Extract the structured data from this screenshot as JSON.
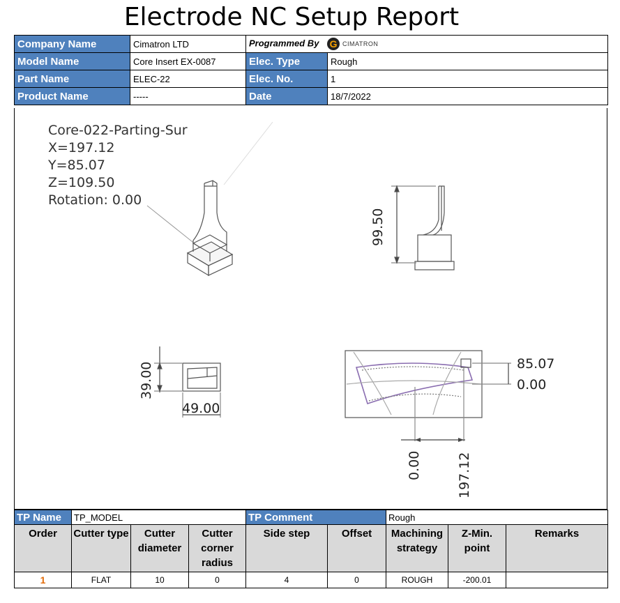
{
  "title": "Electrode NC Setup Report",
  "header": {
    "company_label": "Company Name",
    "company_value": "Cimatron LTD",
    "programmed_by_label": "Programmed By",
    "logo_text": "CIMATRON",
    "model_label": "Model Name",
    "model_value": "Core Insert EX-0087",
    "elec_type_label": "Elec. Type",
    "elec_type_value": "Rough",
    "part_label": "Part Name",
    "part_value": "ELEC-22",
    "elec_no_label": "Elec. No.",
    "elec_no_value": "1",
    "product_label": "Product Name",
    "product_value": "-----",
    "date_label": "Date",
    "date_value": "18/7/2022"
  },
  "drawing": {
    "surface_name": "Core-022-Parting-Sur",
    "x": "X=197.12",
    "y": "Y=85.07",
    "z": "Z=109.50",
    "rotation": "Rotation: 0.00",
    "height_dim": "99.50",
    "side_dim_v": "39.00",
    "side_dim_h": "49.00",
    "top_dim_y": "85.07",
    "top_dim_y0": "0.00",
    "top_dim_x0": "0.00",
    "top_dim_x": "197.12"
  },
  "toolpath": {
    "tp_name_label": "TP Name",
    "tp_name_value": "TP_MODEL",
    "tp_comment_label": "TP Comment",
    "tp_comment_value": "Rough"
  },
  "operations": {
    "columns": [
      "Order",
      "Cutter type",
      "Cutter diameter",
      "Cutter corner radius",
      "Side step",
      "Offset",
      "Machining strategy",
      "Z-Min. point",
      "Remarks"
    ],
    "rows": [
      [
        "1",
        "FLAT",
        "10",
        "0",
        "4",
        "0",
        "ROUGH",
        "-200.01",
        ""
      ]
    ]
  }
}
